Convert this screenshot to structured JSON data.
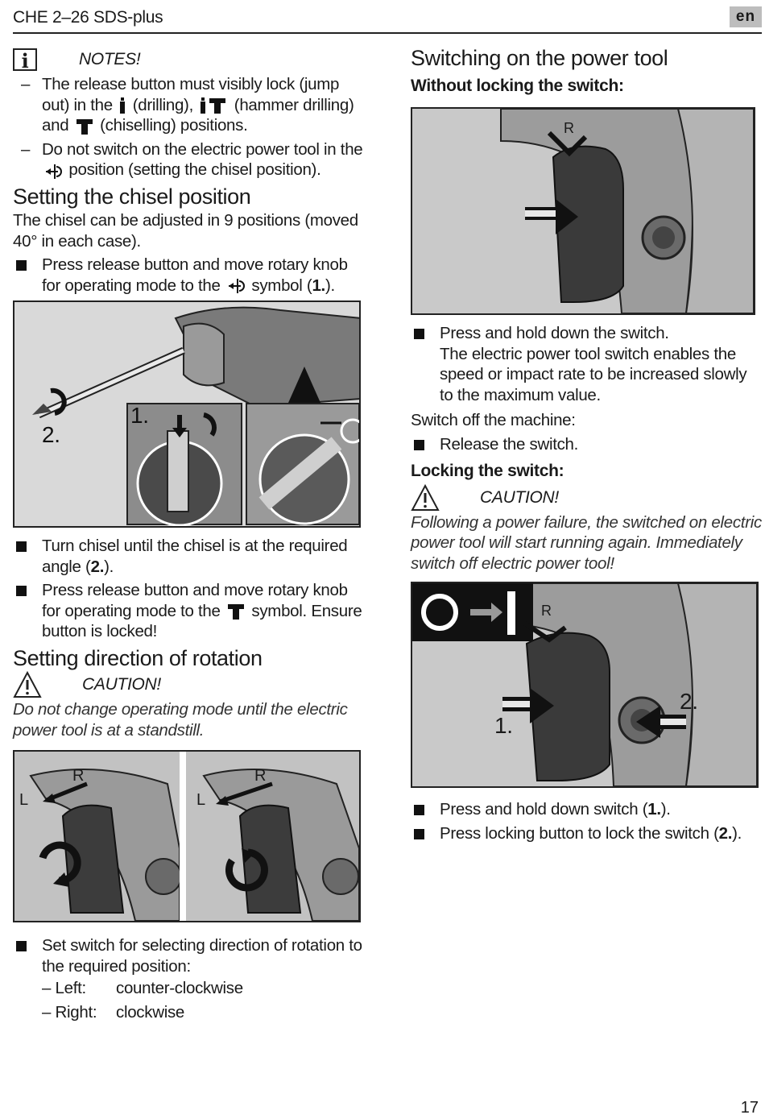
{
  "header": {
    "title": "CHE 2–26 SDS-plus",
    "lang": "en"
  },
  "page_number": "17",
  "left": {
    "notes_head": "NOTES!",
    "notes": [
      {
        "a": "The release button must visibly lock (jump out) in the",
        "b": "(drilling),",
        "c": "(hammer drilling) and",
        "d": "(chiselling) positions."
      },
      {
        "a": "Do not switch on the electric power tool in the",
        "b": "position (setting the chisel position)."
      }
    ],
    "chisel_heading": "Setting the chisel position",
    "chisel_intro": "The chisel can be adjusted in 9 positions (moved 40° in each case).",
    "chisel_step1_a": "Press release button and move rotary knob for operating mode to the",
    "chisel_step1_b": "symbol (",
    "chisel_step1_n": "1.",
    "chisel_step1_c": ").",
    "fig1_label1": "1.",
    "fig1_label2": "2.",
    "chisel_step2_a": "Turn chisel until the chisel is at the required angle (",
    "chisel_step2_n": "2.",
    "chisel_step2_b": ").",
    "chisel_step3_a": "Press release button and move rotary knob for operating mode to the",
    "chisel_step3_b": "symbol. Ensure button is locked!",
    "rotation_heading": "Setting direction of rotation",
    "rotation_caution_head": "CAUTION!",
    "rotation_caution_text": "Do not change operating mode until the electric power tool is at a standstill.",
    "fig3_R": "R",
    "fig3_L": "L",
    "rotation_step": "Set switch for selecting direction of rotation to the required position:",
    "rotation_options": [
      {
        "k": "– Left:",
        "v": "counter-clockwise"
      },
      {
        "k": "– Right:",
        "v": "clockwise"
      }
    ]
  },
  "right": {
    "switch_heading": "Switching on the power tool",
    "without_lock_heading": "Without locking the switch:",
    "fig2_R": "R",
    "hold_step_a": "Press and hold down the switch.",
    "hold_step_b": "The electric power tool switch enables the speed or impact rate to be increased slowly to the maximum value.",
    "switch_off": "Switch off the machine:",
    "release_step": "Release the switch.",
    "locking_heading": "Locking the switch:",
    "lock_caution_head": "CAUTION!",
    "lock_caution_text": "Following a power failure, the switched on electric power tool will start running again. Immediately switch off electric power tool!",
    "fig4_R": "R",
    "fig4_label1": "1.",
    "fig4_label2": "2.",
    "lock_step1_a": "Press and hold down switch (",
    "lock_step1_n": "1.",
    "lock_step1_b": ").",
    "lock_step2_a": "Press locking button to lock the switch (",
    "lock_step2_n": "2.",
    "lock_step2_b": ")."
  }
}
